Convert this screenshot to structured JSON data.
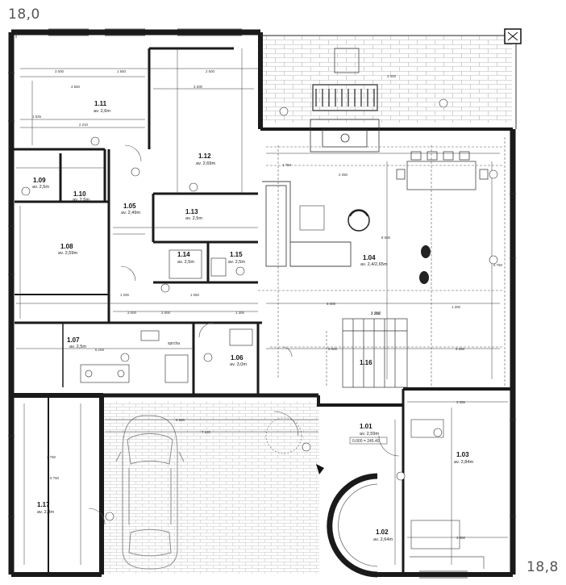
{
  "corner_labels": {
    "top_left": "18,0",
    "bottom_right": "18,8"
  },
  "rooms": [
    {
      "id": "1.11",
      "area": "av. 2,6m"
    },
    {
      "id": "1.12",
      "area": "av. 2,69m"
    },
    {
      "id": "1.09",
      "area": "av. 2,5m"
    },
    {
      "id": "1.10",
      "area": "av. 2,5m"
    },
    {
      "id": "1.05",
      "area": "av. 2,49m"
    },
    {
      "id": "1.13",
      "area": "av. 2,5m"
    },
    {
      "id": "1.08",
      "area": "av. 2,59m"
    },
    {
      "id": "1.14",
      "area": "av. 2,5m"
    },
    {
      "id": "1.15",
      "area": "av. 2,5m"
    },
    {
      "id": "1.04",
      "area": "av. 2,4/2,65m"
    },
    {
      "id": "1.07",
      "area": "av. 2,5m"
    },
    {
      "id": "1.06",
      "area": "av. 3,0m"
    },
    {
      "id": "1.16",
      "area": ""
    },
    {
      "id": "1.01",
      "area": "av. 2,59m"
    },
    {
      "id": "1.03",
      "area": "av. 2,84m"
    },
    {
      "id": "1.17",
      "area": "av. 2,8m"
    },
    {
      "id": "1.02",
      "area": "av. 2,64m"
    }
  ],
  "dimensions": {
    "top_1": "3 000",
    "top_2": "1 650",
    "top_3": "2 500",
    "top_4": "3 000",
    "top_5": "4 550",
    "top_6": "3 200",
    "inner_1": "1 525",
    "inner_2": "2 210",
    "hall_1": "5 000",
    "hall_2": "2 200",
    "hall_3": "3 250",
    "hall_4": "8 500",
    "hall_5": "6 000",
    "living_1": "2 250",
    "living_2": "1 750",
    "garage_1": "5 500",
    "garage_2": "7 220",
    "entry_1": "3 350",
    "entry_2": "3 350",
    "left_1": "2 000",
    "left_2": "2 750",
    "left_3": "1 200",
    "stair_1": "1 200",
    "bath_1": "6 100",
    "bath_2": "2 000",
    "sub_1": "1 050",
    "sub_2": "1 300",
    "v_1": "6 750",
    "v_2": "5 750"
  },
  "notes": {
    "entry_elev": "0.000 = 245.40",
    "stair_label": "1 200",
    "sprcha": "sprcha"
  },
  "colors": {
    "wall": "#1a1a1a",
    "line": "#333333",
    "grid": "#9a9a9a",
    "car": "#8c8c8c"
  },
  "icons": [
    "car-icon",
    "sofa-icon",
    "dining-table-icon",
    "armchair-icon",
    "staircase-icon"
  ]
}
